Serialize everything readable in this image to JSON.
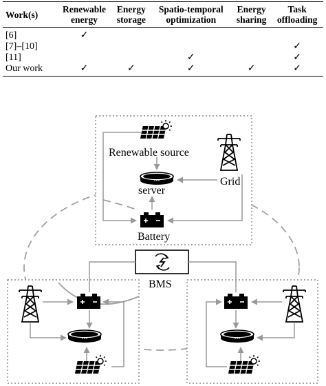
{
  "table": {
    "headers": [
      [
        "Work(s)"
      ],
      [
        "Renewable",
        "energy"
      ],
      [
        "Energy",
        "storage"
      ],
      [
        "Spatio-temporal",
        "optimization"
      ],
      [
        "Energy",
        "sharing"
      ],
      [
        "Task",
        "offloading"
      ]
    ],
    "rows": [
      {
        "work": "[6]",
        "cells": [
          "✓",
          "",
          "",
          "",
          ""
        ]
      },
      {
        "work": "[7]–[10]",
        "cells": [
          "",
          "",
          "",
          "",
          "✓"
        ]
      },
      {
        "work": "[11]",
        "cells": [
          "",
          "",
          "✓",
          "",
          "✓"
        ]
      },
      {
        "work": "Our work",
        "cells": [
          "✓",
          "✓",
          "✓",
          "✓",
          "✓"
        ]
      }
    ]
  },
  "diagram": {
    "renewable_label": "Renewable source",
    "server_label": "server",
    "grid_label": "Grid",
    "battery_label": "Battery",
    "bms_label": "BMS",
    "battery_plus": "+",
    "battery_minus": "−",
    "server_dots": "···"
  },
  "colors": {
    "arrow": "#999999",
    "dotted_border": "#888888",
    "dashed_ring": "#a0a0a0"
  }
}
